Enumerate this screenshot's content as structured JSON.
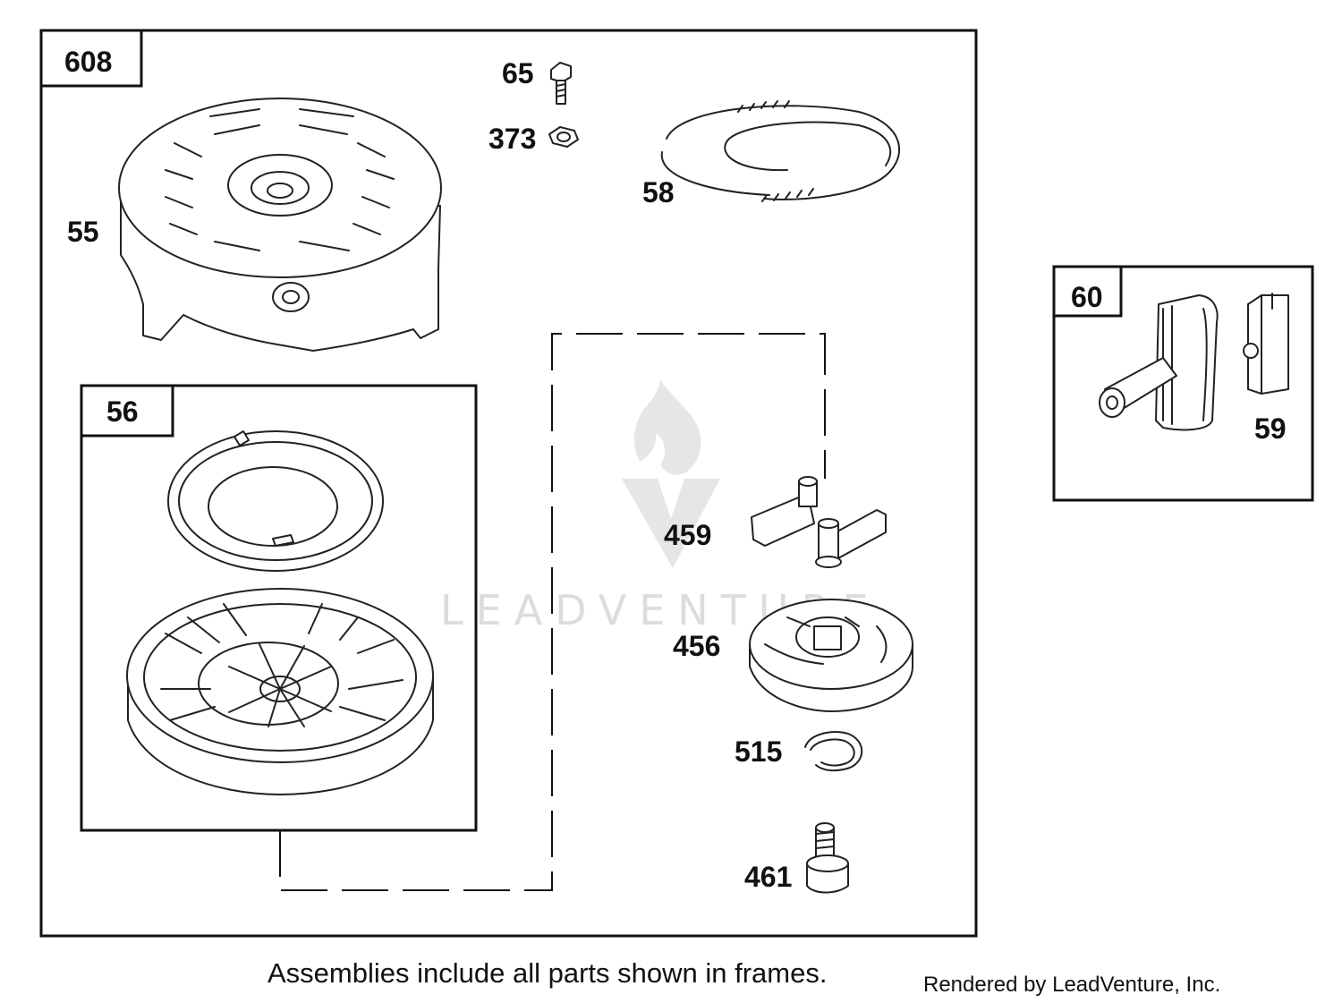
{
  "frames": [
    {
      "id": "608",
      "label": "608"
    },
    {
      "id": "56",
      "label": "56"
    },
    {
      "id": "60",
      "label": "60"
    }
  ],
  "callouts": {
    "p55": "55",
    "p65": "65",
    "p373": "373",
    "p58": "58",
    "p459": "459",
    "p456": "456",
    "p515": "515",
    "p461": "461",
    "p59": "59"
  },
  "watermark": {
    "text": "LEADVENTURE"
  },
  "footer": {
    "note": "Assemblies include all parts shown in frames.",
    "credit": "Rendered by LeadVenture, Inc."
  }
}
